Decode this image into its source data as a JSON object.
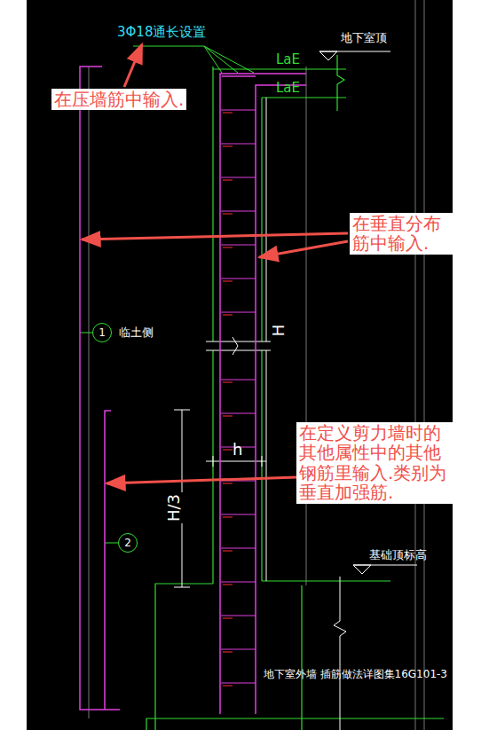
{
  "diagram": {
    "nodes": [
      {
        "text": [
          "在压墙筋中输入."
        ]
      },
      {
        "text": [
          "在垂直分布筋中输入."
        ]
      },
      {
        "text": [
          "在定义剪力墙时的其他属性中的其他钢筋里输入.类别为垂直加强筋."
        ]
      },
      {
        "text": [
          "1"
        ]
      },
      {
        "text": [
          "2"
        ]
      }
    ],
    "labels": [
      "3Φ18通长设置",
      "地下室顶",
      "LaE",
      "LaE",
      "临土侧",
      "H",
      "h",
      "H/3",
      "基础顶标高",
      "地下室外墙 插筋做法详图集16G101-3"
    ]
  }
}
